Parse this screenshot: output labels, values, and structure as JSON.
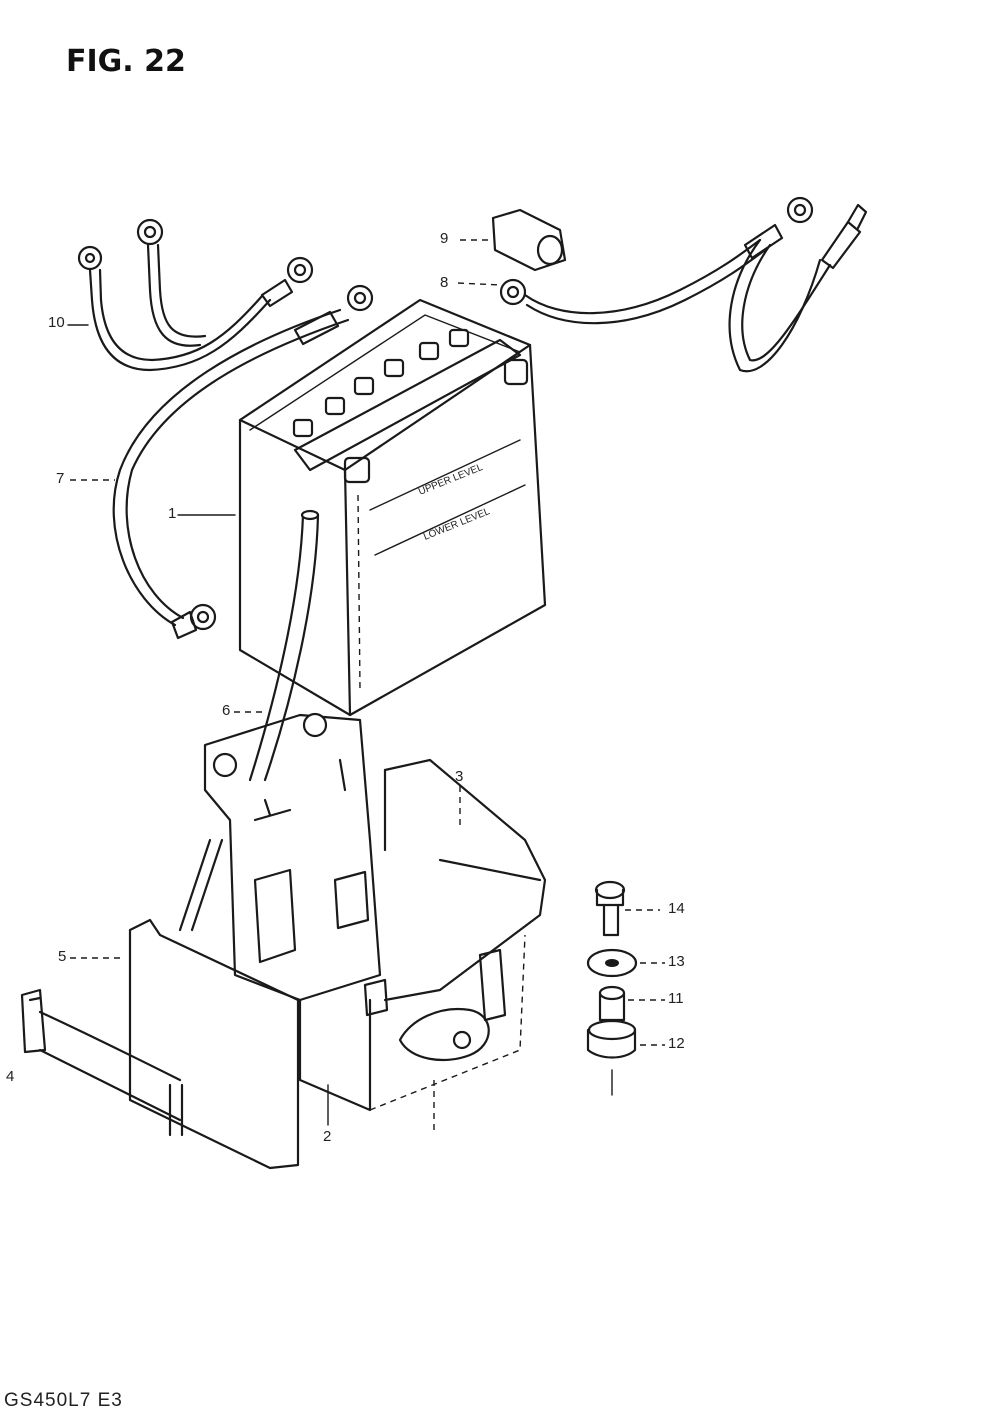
{
  "figure": {
    "title": "FIG. 22"
  },
  "footer": {
    "model_code": "GS450L7  E3"
  },
  "callouts": [
    {
      "id": "c10",
      "label": "10"
    },
    {
      "id": "c9",
      "label": "9"
    },
    {
      "id": "c8",
      "label": "8"
    },
    {
      "id": "c7",
      "label": "7"
    },
    {
      "id": "c1",
      "label": "1"
    },
    {
      "id": "c6",
      "label": "6"
    },
    {
      "id": "c3",
      "label": "3"
    },
    {
      "id": "c5",
      "label": "5"
    },
    {
      "id": "c4",
      "label": "4"
    },
    {
      "id": "c2",
      "label": "2"
    },
    {
      "id": "c14",
      "label": "14"
    },
    {
      "id": "c13",
      "label": "13"
    },
    {
      "id": "c11",
      "label": "11"
    },
    {
      "id": "c12",
      "label": "12"
    }
  ]
}
